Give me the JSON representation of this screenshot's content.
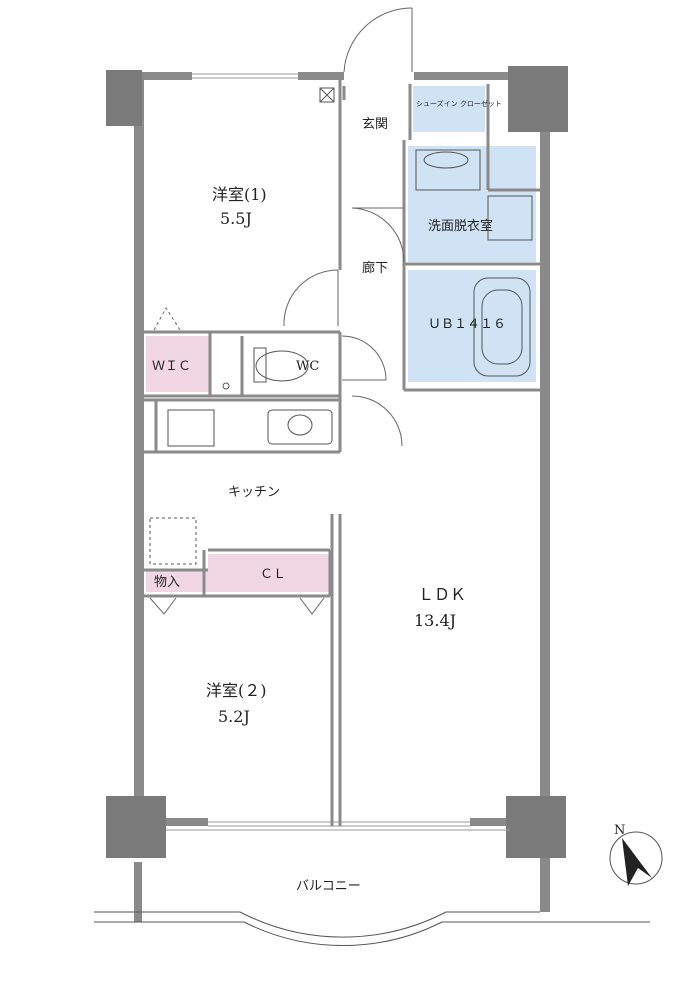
{
  "rooms": {
    "bedroom1": {
      "name": "洋室(1)",
      "size": "5.5J"
    },
    "bedroom2": {
      "name": "洋室(２)",
      "size": "5.2J"
    },
    "ldk": {
      "name": "ＬＤＫ",
      "size": "13.4J"
    },
    "kitchen": {
      "name": "キッチン"
    },
    "entrance": {
      "name": "玄関"
    },
    "hallway": {
      "name": "廊下"
    },
    "washroom": {
      "name": "洗面脱衣室"
    },
    "bath": {
      "name": "ＵＢ１４１６"
    },
    "wc": {
      "name": "WC"
    },
    "wic": {
      "name": "ＷＩＣ"
    },
    "cl": {
      "name": "ＣＬ"
    },
    "storage": {
      "name": "物入"
    },
    "shoe_closet": {
      "name": "シューズイン\nクローゼット"
    },
    "balcony": {
      "name": "バルコニー"
    }
  },
  "compass": {
    "label": "N"
  },
  "colors": {
    "wall": "#8a8a8a",
    "pillar": "#7a7a7a",
    "wet_area": "#cfe3f5",
    "closet": "#f0d7e3"
  }
}
